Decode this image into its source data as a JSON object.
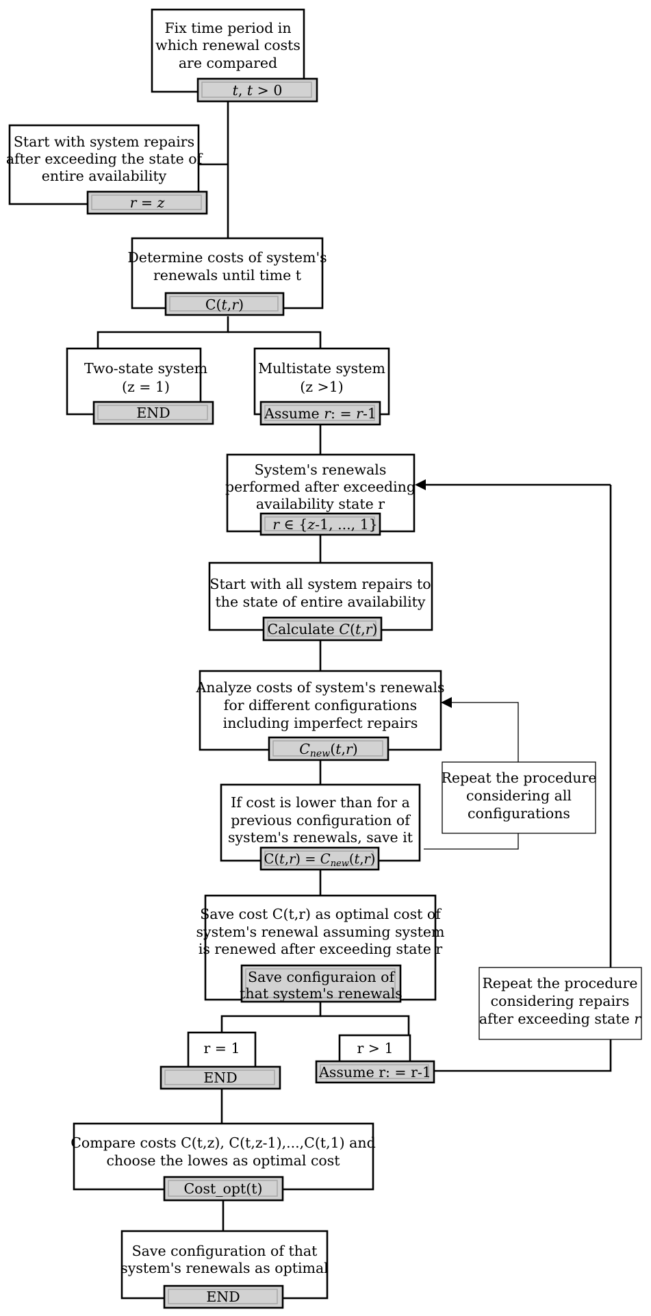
{
  "nodes": {
    "fix_period": {
      "lines": [
        "Fix time period in",
        "which renewal costs",
        "are compared"
      ],
      "sub": [
        "t",
        ", ",
        "t",
        " > 0"
      ]
    },
    "start_repairs": {
      "lines": [
        "Start with system repairs",
        "after exceeding the state of",
        "entire availability"
      ],
      "sub": [
        "r",
        " = ",
        "z"
      ]
    },
    "determine_costs": {
      "lines": [
        "Determine costs of system's",
        "renewals until time t"
      ],
      "sub": [
        "C(",
        "t",
        ",",
        "r",
        ")"
      ]
    },
    "two_state": {
      "lines": [
        "Two-state system",
        "(z = 1)"
      ],
      "sub": "END"
    },
    "multistate": {
      "lines": [
        "Multistate system",
        "(z >1)"
      ],
      "sub": [
        "Assume ",
        "r",
        ": = ",
        "r",
        "-1"
      ]
    },
    "renewals_after_r": {
      "lines": [
        "System's renewals",
        "performed after exceeding",
        "availability state r"
      ],
      "sub": [
        "r",
        " ∈ {",
        "z",
        "-1, ..., 1}"
      ]
    },
    "start_all_repairs": {
      "lines": [
        "Start with all system repairs to",
        "the state of entire availability"
      ],
      "sub": [
        "Calculate ",
        "C",
        "(",
        "t",
        ",",
        "r",
        ")"
      ]
    },
    "analyze_costs": {
      "lines": [
        "Analyze costs of system's renewals",
        "for different configurations",
        "including imperfect repairs"
      ],
      "sub": [
        "C",
        "new",
        "(",
        "t",
        ",",
        "r",
        ")"
      ]
    },
    "if_lower": {
      "lines": [
        "If cost is lower than for a",
        "previous configuration of",
        "system's renewals, save it"
      ],
      "sub": [
        "C(",
        "t",
        ",",
        "r",
        ") = ",
        "C",
        "new",
        "(",
        "t",
        ",",
        "r",
        ")"
      ]
    },
    "save_optimal": {
      "lines": [
        "Save cost C(t,r) as optimal cost of",
        "system's renewal assuming system",
        "is renewed after exceeding state r"
      ],
      "sub": [
        "Save configuraion of",
        "that system's renewals"
      ]
    },
    "r_eq_1": {
      "line": "r = 1",
      "sub": "END"
    },
    "r_gt_1": {
      "line": "r > 1",
      "sub": "Assume r: = r-1"
    },
    "compare": {
      "lines": [
        "Compare costs C(t,z), C(t,z-1),...,C(t,1) and",
        "choose the lowes as optimal cost"
      ],
      "sub": "Cost_opt(t)"
    },
    "save_config": {
      "lines": [
        "Save configuration of that",
        "system's renewals as optimal"
      ],
      "sub": "END"
    }
  },
  "notes": {
    "repeat_configs": [
      "Repeat the procedure",
      "considering all",
      "configurations"
    ],
    "repeat_repairs": [
      "Repeat the procedure",
      "considering repairs",
      "after exceeding state ",
      "r"
    ]
  },
  "colors": {
    "sub_box_fill": "#d2d2d2",
    "stroke": "#000000"
  }
}
